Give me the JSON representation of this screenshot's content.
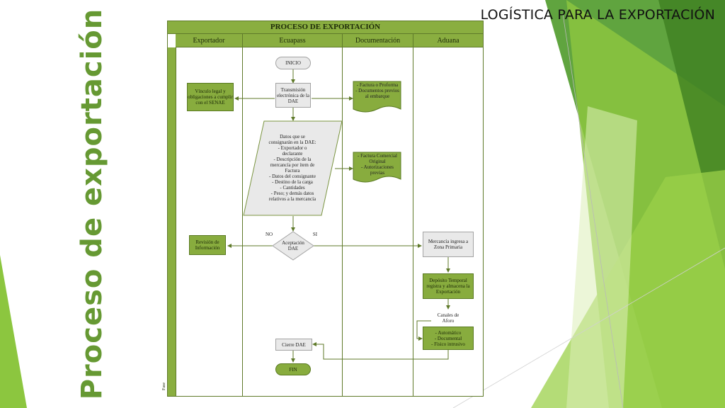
{
  "slide": {
    "heading": "LOGÍSTICA PARA LA EXPORTACIÓN",
    "side_title": "Proceso de exportación",
    "colors": {
      "accent": "#669933",
      "lane_header": "#8aae40",
      "doc_fill": "#88ac3e",
      "process_fill": "#e9e9e9"
    }
  },
  "diagram": {
    "title": "PROCESO DE EXPORTACIÓN",
    "lanes": [
      "Exportador",
      "Ecuapass",
      "Documentación",
      "Aduana"
    ],
    "phase_label": "Fase",
    "nodes": {
      "inicio": "INICIO",
      "transmision": "Transmisión electrónica de la DAE",
      "vinculo": "Vínculo legal y obligaciones a cumplir con el SENAE",
      "factura_proforma": "- Factura o Proforma\n- Documentos previos al embarque",
      "datos_dae": "Datos que se consignarán en la DAE:\n- Exportador o declarante\n- Descripción de la mercancía por ítem de Factura\n- Datos del consignante\n- Destino de la carga\n- Cantidades\n- Peso; y demás datos relativos a la mercancía",
      "factura_comercial": "- Factura Comercial Original\n- Autorizaciones previas",
      "aceptacion": "Aceptación DAE",
      "no": "NO",
      "si": "SI",
      "revision": "Revisión de Información",
      "zona_primaria": "Mercancía ingresa a Zona Primaria",
      "deposito": "Depósito Temporal registra y almacena la Exportación",
      "canales": "Canales de Aforo",
      "aforo_tipos": "- Automático\n- Documental\n- Físico intrusivo",
      "cierre": "Cierre DAE",
      "fin": "FIN"
    }
  }
}
